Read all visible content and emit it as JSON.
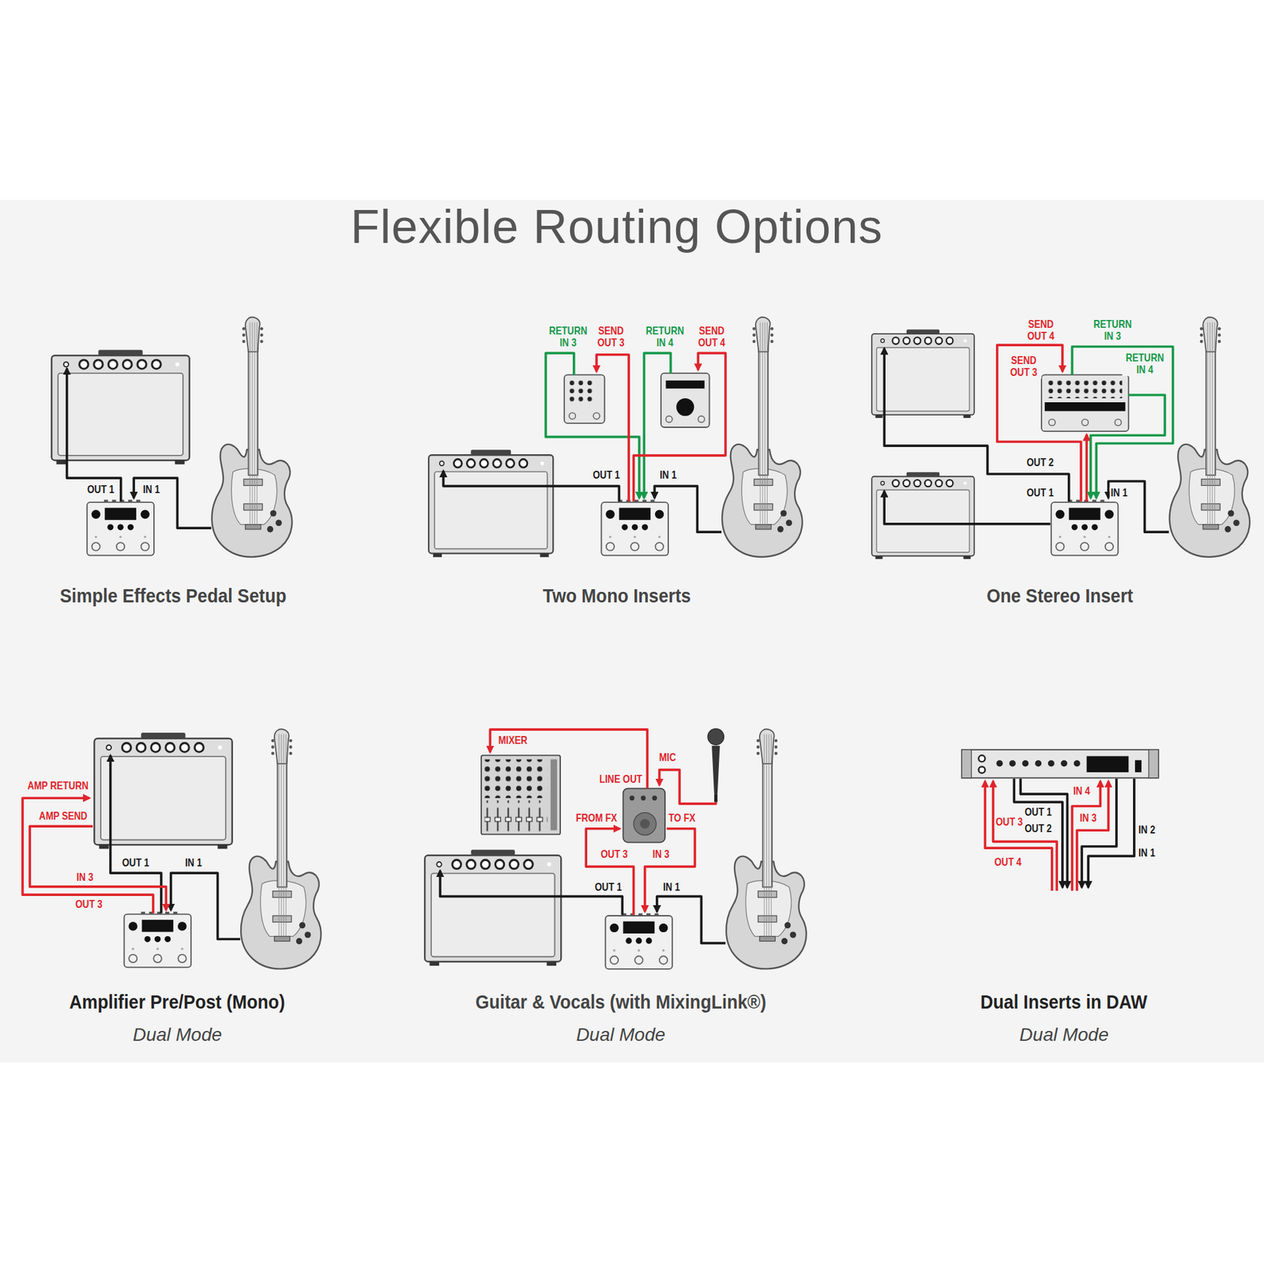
{
  "diagram": {
    "title": "Flexible Routing Options",
    "labels": [
      "OUT 1",
      "IN 1",
      "Simple Effects Pedal Setup",
      "RETURN IN 3",
      "SEND OUT 3",
      "RETURN IN 4",
      "SEND OUT 4",
      "OUT 1",
      "IN 1",
      "Two Mono Inserts",
      "SEND OUT 4",
      "RETURN IN 3",
      "SEND OUT 3",
      "RETURN IN 4",
      "OUT 2",
      "OUT 1",
      "IN 1",
      "One Stereo Insert",
      "AMP RETURN",
      "AMP SEND",
      "OUT 1",
      "IN 1",
      "IN 3",
      "OUT 3",
      "Amplifier Pre/Post (Mono)",
      "Dual Mode",
      "MIXER",
      "MIC",
      "LINE OUT",
      "FROM FX",
      "TO FX",
      "OUT 3",
      "IN 3",
      "OUT 1",
      "IN 1",
      "Guitar & Vocals (with MixingLink®)",
      "Dual Mode",
      "OUT 1",
      "IN 4",
      "OUT 2",
      "IN 3",
      "OUT 3",
      "IN 2",
      "OUT 4",
      "IN 1",
      "Dual Inserts in DAW",
      "Dual Mode"
    ]
  }
}
